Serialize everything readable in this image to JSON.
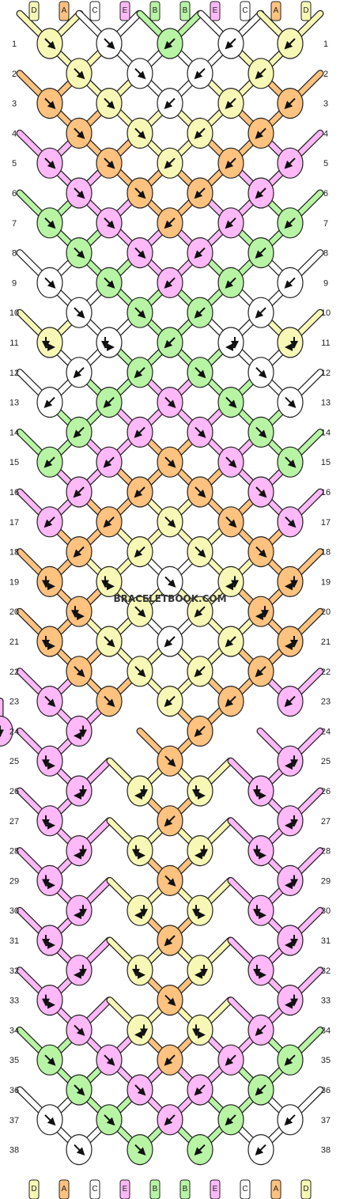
{
  "watermark": "BRACELETBOOK.COM",
  "colors": {
    "A": "#FFC27F",
    "B": "#B7F5A4",
    "C": "#FFFFFF",
    "D": "#F8F8B6",
    "E": "#FFB8F8",
    "outline": "#222222"
  },
  "strands_top": [
    "D",
    "A",
    "C",
    "E",
    "B",
    "B",
    "E",
    "C",
    "A",
    "D"
  ],
  "strands_bottom": [
    "D",
    "A",
    "C",
    "E",
    "B",
    "B",
    "E",
    "C",
    "A",
    "D"
  ],
  "row_numbers": [
    "1",
    "2",
    "3",
    "4",
    "5",
    "6",
    "7",
    "8",
    "9",
    "10",
    "11",
    "12",
    "13",
    "14",
    "15",
    "16",
    "17",
    "18",
    "19",
    "20",
    "21",
    "22",
    "23",
    "24",
    "25",
    "26",
    "27",
    "28",
    "29",
    "30",
    "31",
    "32",
    "33",
    "34",
    "35",
    "36",
    "37",
    "38"
  ],
  "rows": [
    [
      [
        "D",
        "dr"
      ],
      [
        "C",
        "dr"
      ],
      [
        "B",
        "dl"
      ],
      [
        "C",
        "dl"
      ],
      [
        "D",
        "dl"
      ]
    ],
    [
      [
        "D",
        "dr"
      ],
      [
        "C",
        "dr"
      ],
      [
        "C",
        "dl"
      ],
      [
        "D",
        "dl"
      ]
    ],
    [
      [
        "A",
        "dr"
      ],
      [
        "D",
        "dr"
      ],
      [
        "C",
        "dl"
      ],
      [
        "D",
        "dl"
      ],
      [
        "A",
        "dl"
      ]
    ],
    [
      [
        "A",
        "dr"
      ],
      [
        "D",
        "dr"
      ],
      [
        "D",
        "dl"
      ],
      [
        "A",
        "dl"
      ]
    ],
    [
      [
        "E",
        "dr"
      ],
      [
        "A",
        "dr"
      ],
      [
        "D",
        "dl"
      ],
      [
        "A",
        "dl"
      ],
      [
        "E",
        "dl"
      ]
    ],
    [
      [
        "E",
        "dr"
      ],
      [
        "A",
        "dr"
      ],
      [
        "A",
        "dl"
      ],
      [
        "E",
        "dl"
      ]
    ],
    [
      [
        "B",
        "dr"
      ],
      [
        "E",
        "dr"
      ],
      [
        "A",
        "dl"
      ],
      [
        "E",
        "dl"
      ],
      [
        "B",
        "dl"
      ]
    ],
    [
      [
        "B",
        "dr"
      ],
      [
        "E",
        "dr"
      ],
      [
        "E",
        "dl"
      ],
      [
        "B",
        "dl"
      ]
    ],
    [
      [
        "C",
        "dr"
      ],
      [
        "B",
        "dr"
      ],
      [
        "E",
        "dl"
      ],
      [
        "B",
        "dl"
      ],
      [
        "C",
        "dl"
      ]
    ],
    [
      [
        "C",
        "dr"
      ],
      [
        "B",
        "dr"
      ],
      [
        "B",
        "dl"
      ],
      [
        "C",
        "dl"
      ]
    ],
    [
      [
        "D",
        "rl"
      ],
      [
        "C",
        "rl"
      ],
      [
        "B",
        "dl"
      ],
      [
        "C",
        "lr"
      ],
      [
        "D",
        "lr"
      ]
    ],
    [
      [
        "C",
        "dl"
      ],
      [
        "B",
        "dl"
      ],
      [
        "B",
        "dr"
      ],
      [
        "C",
        "dr"
      ]
    ],
    [
      [
        "C",
        "dl"
      ],
      [
        "B",
        "dl"
      ],
      [
        "E",
        "dr"
      ],
      [
        "B",
        "dr"
      ],
      [
        "C",
        "dr"
      ]
    ],
    [
      [
        "B",
        "dl"
      ],
      [
        "E",
        "dl"
      ],
      [
        "E",
        "dr"
      ],
      [
        "B",
        "dr"
      ]
    ],
    [
      [
        "B",
        "dl"
      ],
      [
        "E",
        "dl"
      ],
      [
        "A",
        "dr"
      ],
      [
        "E",
        "dr"
      ],
      [
        "B",
        "dr"
      ]
    ],
    [
      [
        "E",
        "dl"
      ],
      [
        "A",
        "dl"
      ],
      [
        "A",
        "dr"
      ],
      [
        "E",
        "dr"
      ]
    ],
    [
      [
        "E",
        "dl"
      ],
      [
        "A",
        "dl"
      ],
      [
        "D",
        "dr"
      ],
      [
        "A",
        "dr"
      ],
      [
        "E",
        "dr"
      ]
    ],
    [
      [
        "A",
        "dl"
      ],
      [
        "D",
        "dl"
      ],
      [
        "D",
        "dr"
      ],
      [
        "A",
        "dr"
      ]
    ],
    [
      [
        "A",
        "rl"
      ],
      [
        "D",
        "rl"
      ],
      [
        "C",
        "dr"
      ],
      [
        "D",
        "lr"
      ],
      [
        "A",
        "lr"
      ]
    ],
    [
      [
        "A",
        "rl"
      ],
      [
        "D",
        "dr"
      ],
      [
        "D",
        "dl"
      ],
      [
        "A",
        "lr"
      ]
    ],
    [
      [
        "A",
        "rl"
      ],
      [
        "D",
        "dr"
      ],
      [
        "C",
        "dl"
      ],
      [
        "D",
        "dl"
      ],
      [
        "A",
        "lr"
      ]
    ],
    [
      [
        "A",
        "dr"
      ],
      [
        "D",
        "dr"
      ],
      [
        "D",
        "dl"
      ],
      [
        "A",
        "dl"
      ]
    ],
    [
      [
        "E",
        "dr"
      ],
      [
        "A",
        "dr"
      ],
      [
        "D",
        "dl"
      ],
      [
        "A",
        "dl"
      ],
      [
        "E",
        "dl"
      ]
    ],
    [
      [
        "E",
        "lr"
      ],
      "",
      [
        "A",
        "dl"
      ],
      "",
      [
        "E",
        "rl"
      ]
    ],
    [
      [
        "E",
        "rl"
      ],
      "",
      [
        "A",
        "dr"
      ],
      "",
      [
        "E",
        "lr"
      ]
    ],
    [
      [
        "E",
        "lr"
      ],
      [
        "D",
        "lr"
      ],
      [
        "D",
        "rl"
      ],
      [
        "E",
        "rl"
      ]
    ],
    [
      [
        "E",
        "rl"
      ],
      "",
      [
        "A",
        "dl"
      ],
      "",
      [
        "E",
        "lr"
      ]
    ],
    [
      [
        "E",
        "lr"
      ],
      [
        "D",
        "rl"
      ],
      [
        "D",
        "lr"
      ],
      [
        "E",
        "rl"
      ]
    ],
    [
      [
        "E",
        "rl"
      ],
      "",
      [
        "A",
        "dr"
      ],
      "",
      [
        "E",
        "lr"
      ]
    ],
    [
      [
        "E",
        "lr"
      ],
      [
        "D",
        "lr"
      ],
      [
        "D",
        "rl"
      ],
      [
        "E",
        "rl"
      ]
    ],
    [
      [
        "E",
        "rl"
      ],
      "",
      [
        "A",
        "dl"
      ],
      "",
      [
        "E",
        "lr"
      ]
    ],
    [
      [
        "E",
        "lr"
      ],
      [
        "D",
        "rl"
      ],
      [
        "D",
        "lr"
      ],
      [
        "E",
        "rl"
      ]
    ],
    [
      [
        "E",
        "rl"
      ],
      "",
      [
        "A",
        "dr"
      ],
      "",
      [
        "E",
        "lr"
      ]
    ],
    [
      [
        "E",
        "dr"
      ],
      [
        "D",
        "lr"
      ],
      [
        "D",
        "rl"
      ],
      [
        "E",
        "dl"
      ]
    ],
    [
      [
        "B",
        "dr"
      ],
      [
        "E",
        "dr"
      ],
      [
        "A",
        "dl"
      ],
      [
        "E",
        "dl"
      ],
      [
        "B",
        "dl"
      ]
    ],
    [
      [
        "B",
        "dr"
      ],
      [
        "E",
        "dr"
      ],
      [
        "E",
        "dl"
      ],
      [
        "B",
        "dl"
      ]
    ],
    [
      [
        "C",
        "dr"
      ],
      [
        "B",
        "dr"
      ],
      [
        "E",
        "dl"
      ],
      [
        "B",
        "dl"
      ],
      [
        "C",
        "dl"
      ]
    ],
    [
      [
        "C",
        "dr"
      ],
      [
        "B",
        "dr"
      ],
      [
        "B",
        "dl"
      ],
      [
        "C",
        "dl"
      ]
    ]
  ]
}
